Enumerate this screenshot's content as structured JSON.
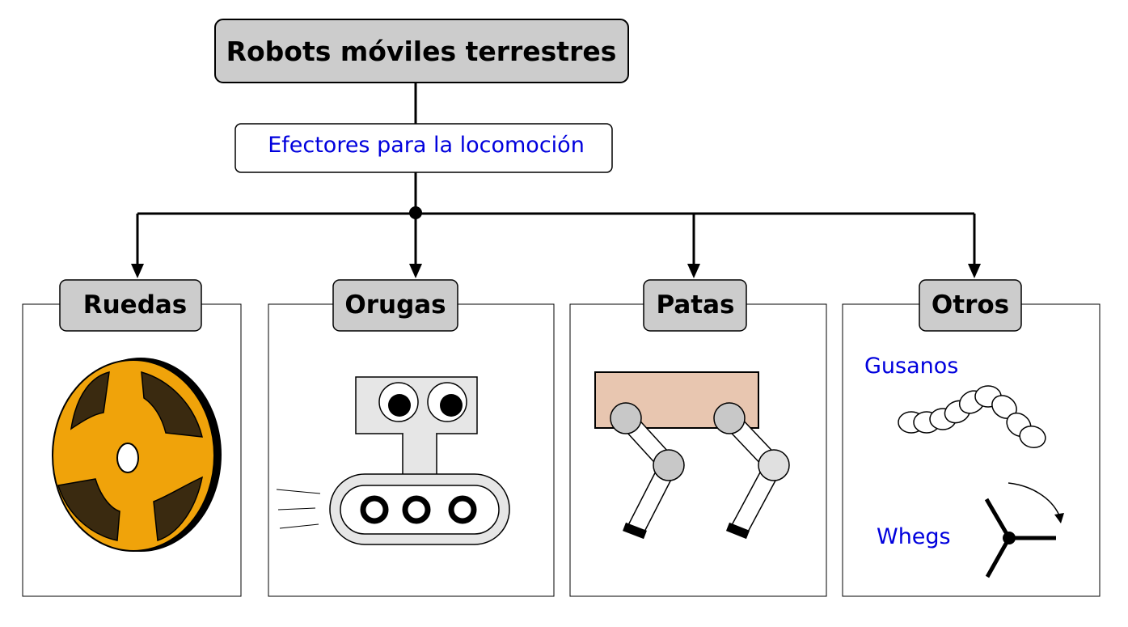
{
  "root": {
    "title": "Robots móviles terrestres"
  },
  "connector": {
    "label": "Efectores para la locomoción"
  },
  "categories": [
    {
      "label": "Ruedas"
    },
    {
      "label": "Orugas"
    },
    {
      "label": "Patas"
    },
    {
      "label": "Otros"
    }
  ],
  "otros": {
    "worms_label": "Gusanos",
    "whegs_label": "Whegs"
  },
  "colors": {
    "box_fill": "#cccccc",
    "text_blue": "#0000dd",
    "wheel_orange": "#f0a30a",
    "leg_body": "#e8c6b0",
    "joint_gray": "#c8c8c8",
    "robot_gray": "#e6e6e6"
  }
}
